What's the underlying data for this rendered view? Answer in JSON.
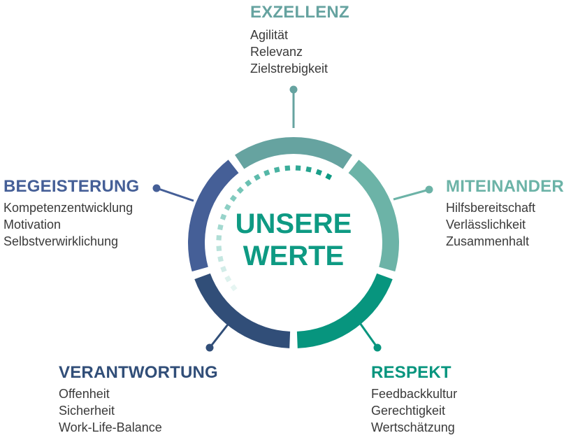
{
  "center": {
    "line1": "UNSERE",
    "line2": "WERTE",
    "color": "#0e9a83"
  },
  "values": [
    {
      "key": "exzellenz",
      "title": "EXZELLENZ",
      "color": "#66a3a0",
      "items": [
        "Agilität",
        "Relevanz",
        "Zielstrebigkeit"
      ]
    },
    {
      "key": "miteinander",
      "title": "MITEINANDER",
      "color": "#6cb3a7",
      "items": [
        "Hilfsbereitschaft",
        "Verlässlichkeit",
        "Zusammenhalt"
      ]
    },
    {
      "key": "respekt",
      "title": "RESPEKT",
      "color": "#07957e",
      "items": [
        "Feedbackkultur",
        "Gerechtigkeit",
        "Wertschätzung"
      ]
    },
    {
      "key": "verantwortung",
      "title": "VERANTWORTUNG",
      "color": "#314e78",
      "items": [
        "Offenheit",
        "Sicherheit",
        "Work-Life-Balance"
      ]
    },
    {
      "key": "begeisterung",
      "title": "BEGEISTERUNG",
      "color": "#455f97",
      "items": [
        "Kompetenzentwicklung",
        "Motivation",
        "Selbstverwirklichung"
      ]
    }
  ]
}
